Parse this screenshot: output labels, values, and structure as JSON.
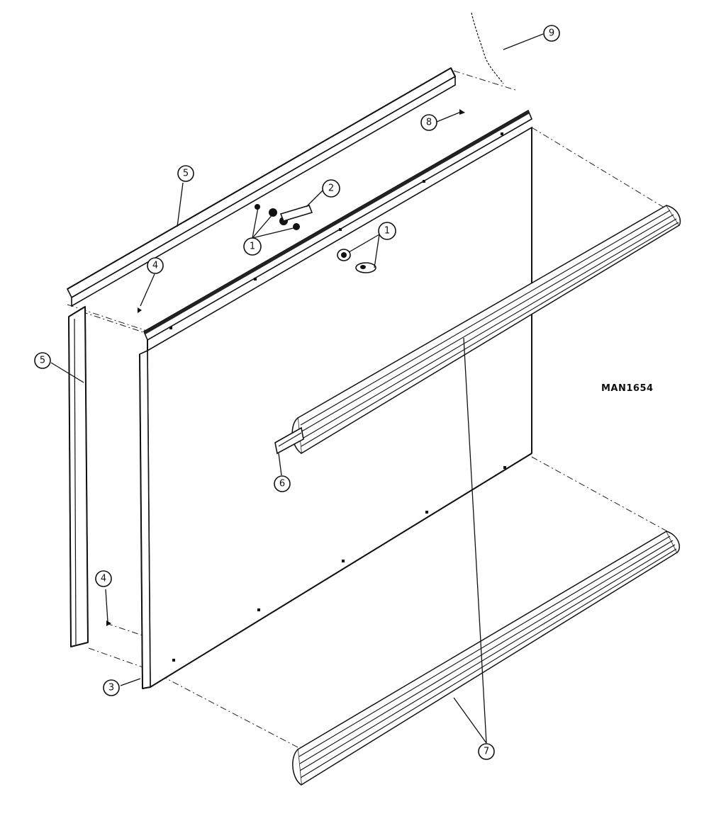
{
  "drawing_ref": "MAN1654",
  "callouts": [
    {
      "label": "1"
    },
    {
      "label": "1"
    },
    {
      "label": "2"
    },
    {
      "label": "3"
    },
    {
      "label": "4"
    },
    {
      "label": "4"
    },
    {
      "label": "5"
    },
    {
      "label": "5"
    },
    {
      "label": "6"
    },
    {
      "label": "7"
    },
    {
      "label": "8"
    },
    {
      "label": "9"
    }
  ]
}
